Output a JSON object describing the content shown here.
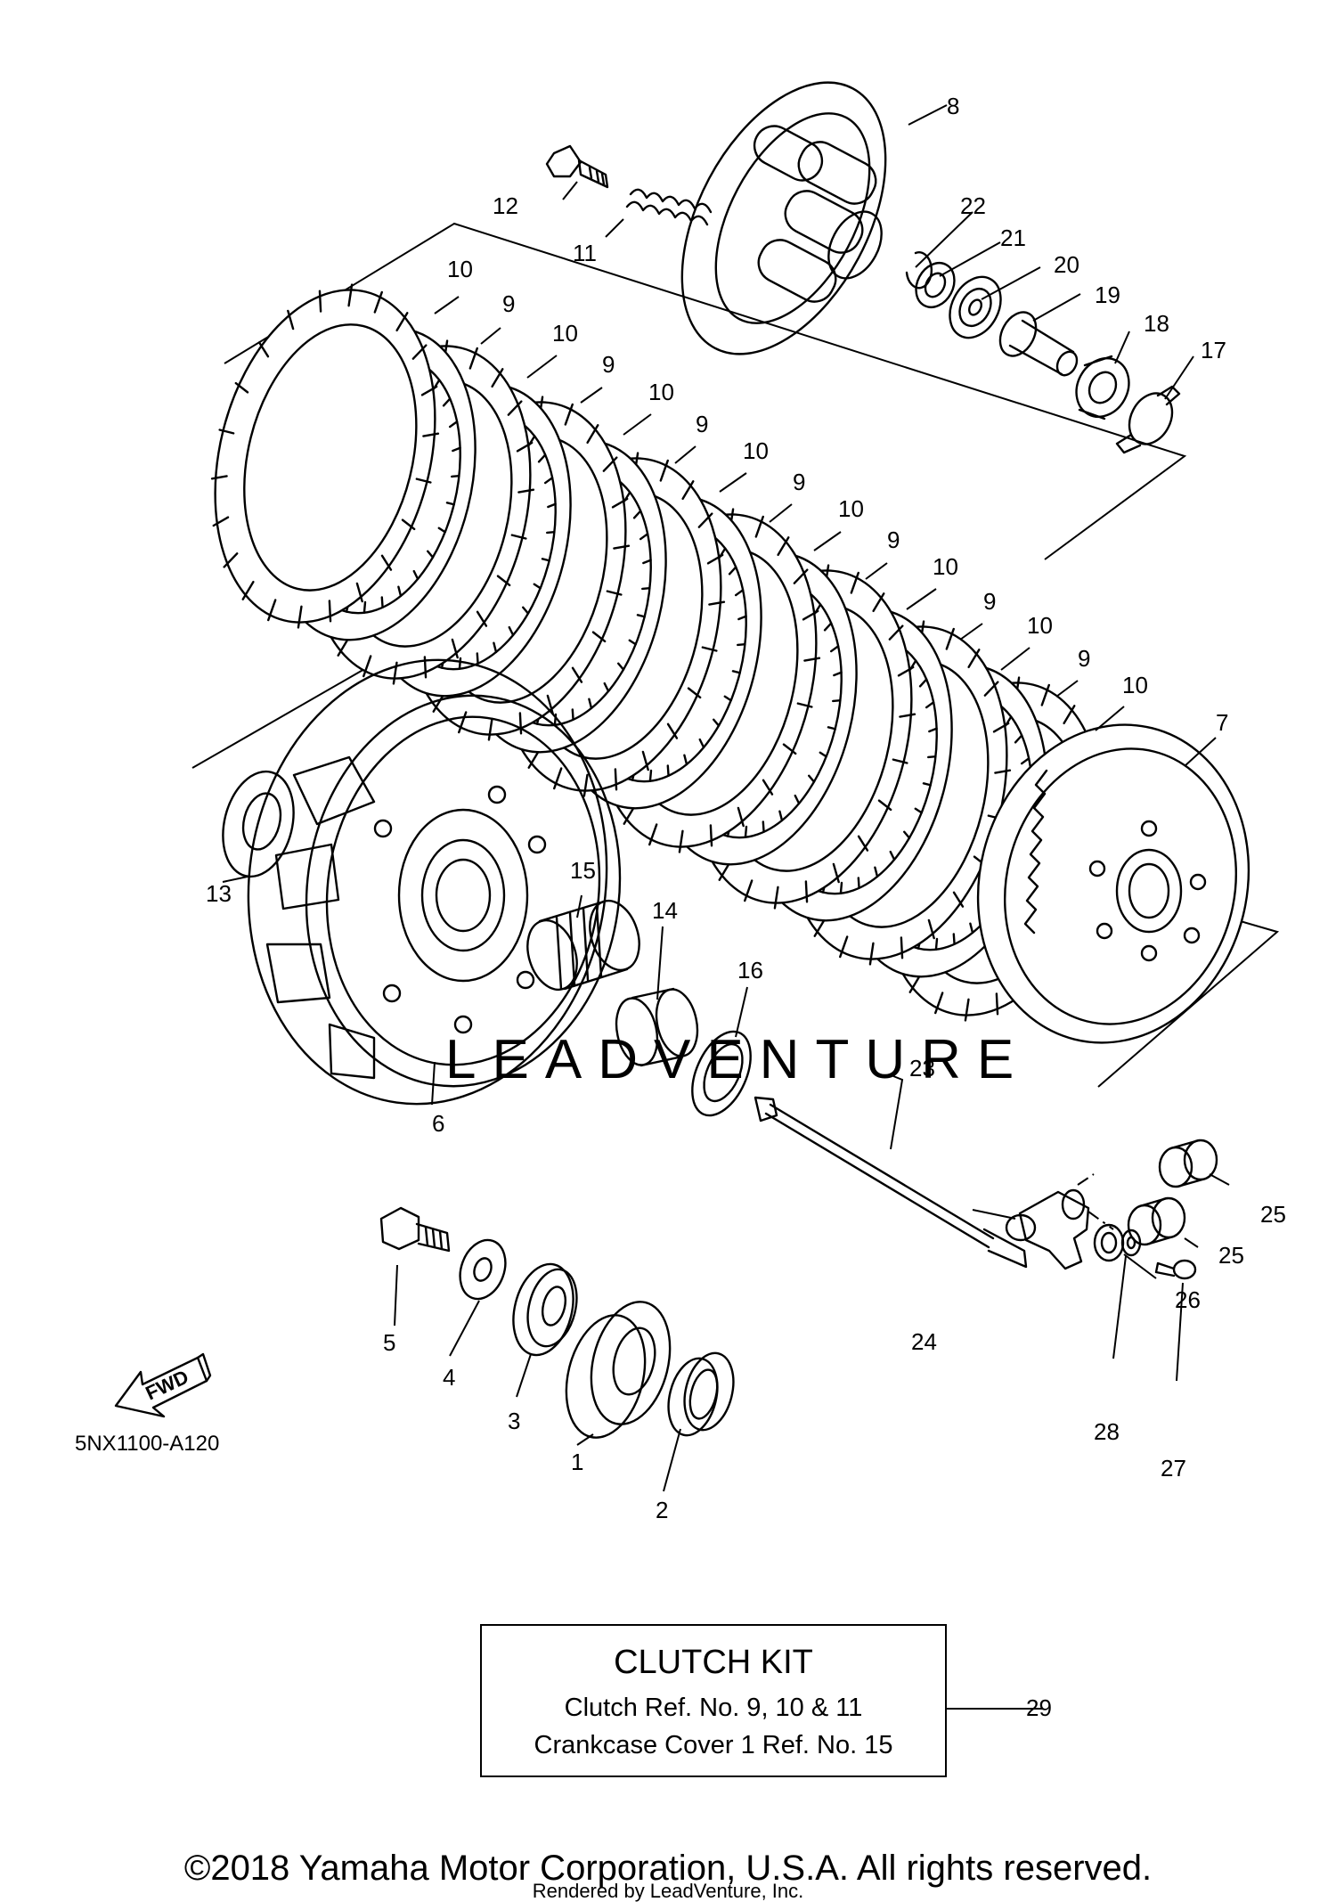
{
  "watermark": "LEADVENTURE",
  "diagram_code": "5NX1100-A120",
  "fwd_label": "FWD",
  "callouts": {
    "p1": "1",
    "p2": "2",
    "p3": "3",
    "p4": "4",
    "p5": "5",
    "p6": "6",
    "p7": "7",
    "p8": "8",
    "p9a": "9",
    "p9b": "9",
    "p9c": "9",
    "p9d": "9",
    "p9e": "9",
    "p9f": "9",
    "p9g": "9",
    "p10a": "10",
    "p10b": "10",
    "p10c": "10",
    "p10d": "10",
    "p10e": "10",
    "p10f": "10",
    "p10g": "10",
    "p10h": "10",
    "p11": "11",
    "p12": "12",
    "p13": "13",
    "p14": "14",
    "p15": "15",
    "p16": "16",
    "p17": "17",
    "p18": "18",
    "p19": "19",
    "p20": "20",
    "p21": "21",
    "p22": "22",
    "p23": "23",
    "p24": "24",
    "p25a": "25",
    "p25b": "25",
    "p26": "26",
    "p27": "27",
    "p28": "28",
    "p29": "29"
  },
  "clutch_kit": {
    "title": "CLUTCH KIT",
    "line1": "Clutch Ref. No. 9, 10 & 11",
    "line2": "Crankcase Cover 1 Ref. No. 15"
  },
  "copyright": "©2018 Yamaha Motor Corporation, U.S.A. All rights reserved.",
  "rendered_by": "Rendered by LeadVenture, Inc."
}
